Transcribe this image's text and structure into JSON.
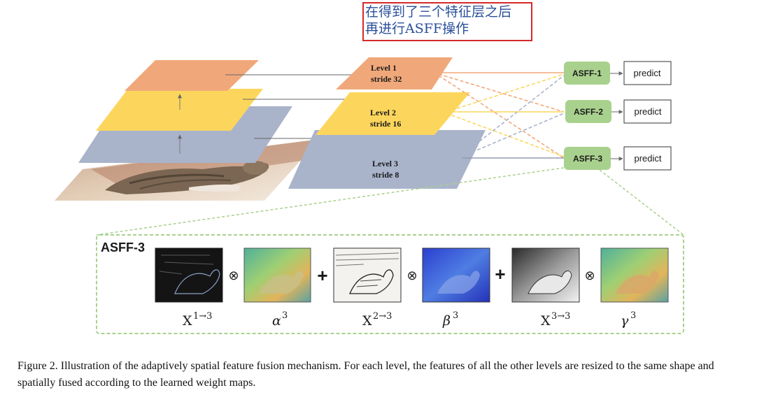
{
  "note": {
    "line1": "在得到了三个特征层之后",
    "line2": "再进行ASFF操作"
  },
  "levels": [
    {
      "name": "Level 1",
      "stride": "stride 32",
      "color": "#f0a87a"
    },
    {
      "name": "Level 2",
      "stride": "stride 16",
      "color": "#fcd65c"
    },
    {
      "name": "Level 3",
      "stride": "stride 8",
      "color": "#a9b4cb"
    }
  ],
  "asff_modules": [
    {
      "label": "ASFF-1",
      "output": "predict"
    },
    {
      "label": "ASFF-2",
      "output": "predict"
    },
    {
      "label": "ASFF-3",
      "output": "predict"
    }
  ],
  "detail": {
    "title": "ASFF-3",
    "terms": [
      {
        "feature": "X",
        "feature_sup": "1→3",
        "weight": "α",
        "weight_sup": "3",
        "thumb": "dark-edge"
      },
      {
        "feature": "X",
        "feature_sup": "2→3",
        "weight": "β",
        "weight_sup": "3",
        "thumb": "sketch"
      },
      {
        "feature": "X",
        "feature_sup": "3→3",
        "weight": "γ",
        "weight_sup": "3",
        "thumb": "gray"
      }
    ],
    "ops": {
      "multiply": "⊗",
      "add": "+"
    }
  },
  "colors": {
    "asff_box": "#a9d18e",
    "note_border": "#d42a2a",
    "note_text": "#2a4f9a",
    "dashed_frame": "#a9d18e"
  },
  "caption": "Figure 2. Illustration of the adaptively spatial feature fusion mechanism. For each level, the features of all the other levels are resized to the same shape and spatially fused according to the learned weight maps."
}
